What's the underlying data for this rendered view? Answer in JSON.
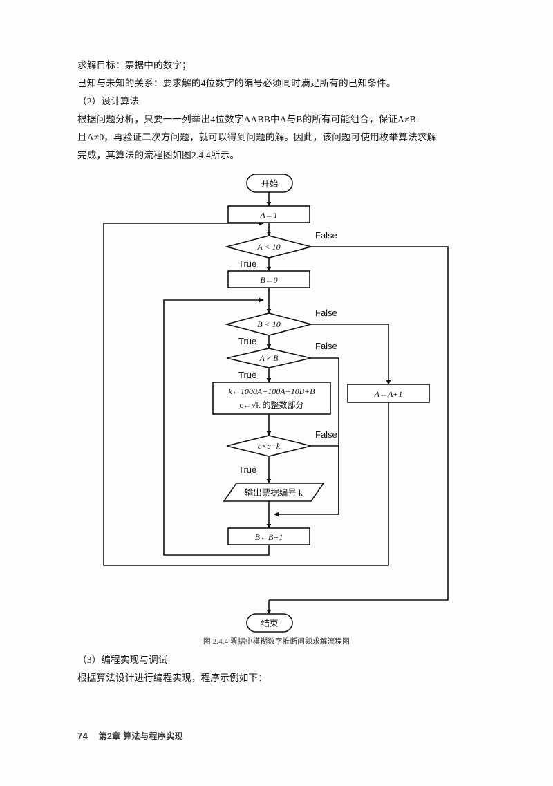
{
  "document": {
    "top_paragraphs": [
      "求解目标：票据中的数字；",
      "已知与未知的关系：要求解的4位数字的编号必须同时满足所有的已知条件。",
      "（2）设计算法",
      "    根据问题分析，只要一一列举出4位数字AABB中A与B的所有可能组合，保证A≠B",
      "且A≠0，再验证二次方问题，就可以得到问题的解。因此，该问题可使用枚举算法求解",
      "完成，其算法的流程图如图2.4.4所示。"
    ],
    "bottom_paragraphs": [
      "（3）编程实现与调试",
      "    根据算法设计进行编程实现，程序示例如下："
    ],
    "figure_caption": "图 2.4.4    票据中模糊数字推断问题求解流程图",
    "footer": {
      "page_number": "74",
      "chapter": "第2章  算法与程序实现"
    }
  },
  "flowchart": {
    "nodes": {
      "start": "开始",
      "init_a": "A←1",
      "cond_a": "A < 10",
      "init_b": "B←0",
      "cond_b": "B < 10",
      "cond_ab": "A ≠ B",
      "compute_line1": "k←1000A+100A+10B+B",
      "compute_line2": "c←√k 的整数部分",
      "cond_square": "c×c=k",
      "output": "输出票据编号 k",
      "inc_b": "B←B+1",
      "inc_a": "A←A+1",
      "end": "结束"
    },
    "branch_labels": {
      "false": "False",
      "true": "True"
    },
    "colors": {
      "stroke": "#111111",
      "fill": "#ffffff"
    }
  }
}
